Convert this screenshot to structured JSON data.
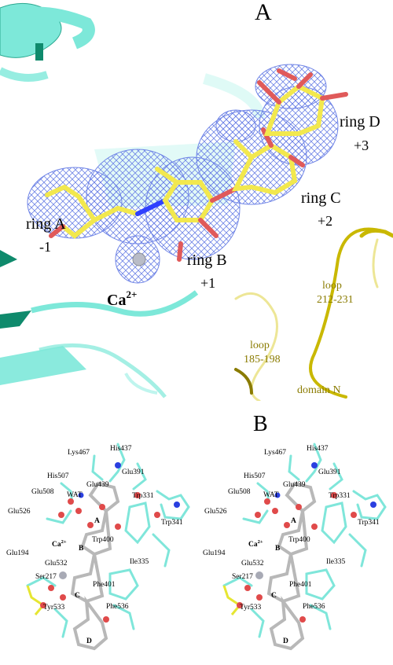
{
  "panel_a": {
    "panel_letter": "A",
    "labels": {
      "ring_a": "ring A",
      "ring_a_sub": "-1",
      "ring_b": "ring B",
      "ring_b_sub": "+1",
      "ring_c": "ring C",
      "ring_c_sub": "+2",
      "ring_d": "ring D",
      "ring_d_sub": "+3",
      "ion": "Ca",
      "ion_charge": "2+",
      "loop1": "loop",
      "loop1_range": "212-231",
      "loop2": "loop",
      "loop2_range": "185-198",
      "domain": "domain N"
    },
    "colors": {
      "mesh": "#6f84e6",
      "ligand_carbon": "#f2e84e",
      "oxygen": "#e05a5a",
      "nitrogen": "#2f40ff",
      "protein_cyan": "#7de8d9",
      "protein_dark": "#0f8a6c",
      "domain_n": "#c9b800",
      "label_olive": "#8a7b00"
    }
  },
  "panel_b": {
    "panel_letter": "B",
    "residues": [
      "Lys467",
      "His437",
      "His507",
      "Glu391",
      "Glu439",
      "Trp331",
      "WAT",
      "Glu508",
      "Glu526",
      "Trp341",
      "Trp400",
      "Glu194",
      "Glu532",
      "Ile335",
      "Ser217",
      "Phe401",
      "Tyr533",
      "Phe536"
    ],
    "ion": "Ca",
    "ion_charge": "2+",
    "ring_letters": [
      "A",
      "B",
      "C",
      "D"
    ],
    "colors": {
      "residue": "#7fe6da",
      "ligand": "#b8b8b8",
      "oxygen": "#e04a4a",
      "nitrogen": "#2a3fe0",
      "yellow_residue": "#e6e632"
    }
  }
}
